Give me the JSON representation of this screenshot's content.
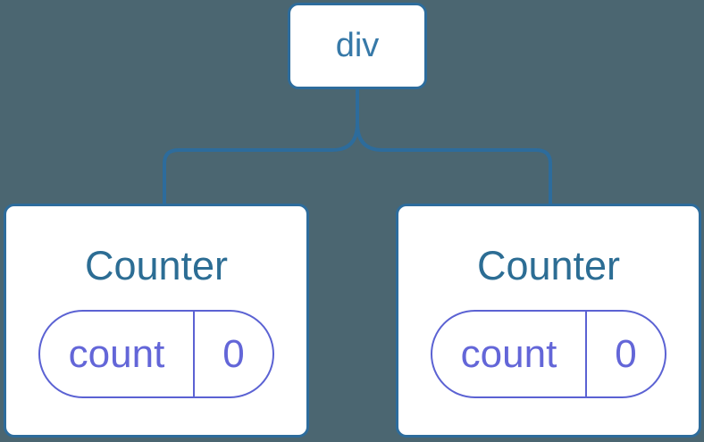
{
  "diagram": {
    "kind": "component-tree",
    "root": {
      "label": "div"
    },
    "children": [
      {
        "title": "Counter",
        "state": {
          "key": "count",
          "value": "0"
        }
      },
      {
        "title": "Counter",
        "state": {
          "key": "count",
          "value": "0"
        }
      }
    ]
  },
  "colors": {
    "background": "#4b6671",
    "node_border": "#2d6c9c",
    "connector_line": "#2d6c9c",
    "node_background": "#ffffff",
    "root_label_text": "#3779a8",
    "card_title_text": "#2c6d94",
    "pill_border": "#5b62d3",
    "pill_text": "#6366d8"
  }
}
